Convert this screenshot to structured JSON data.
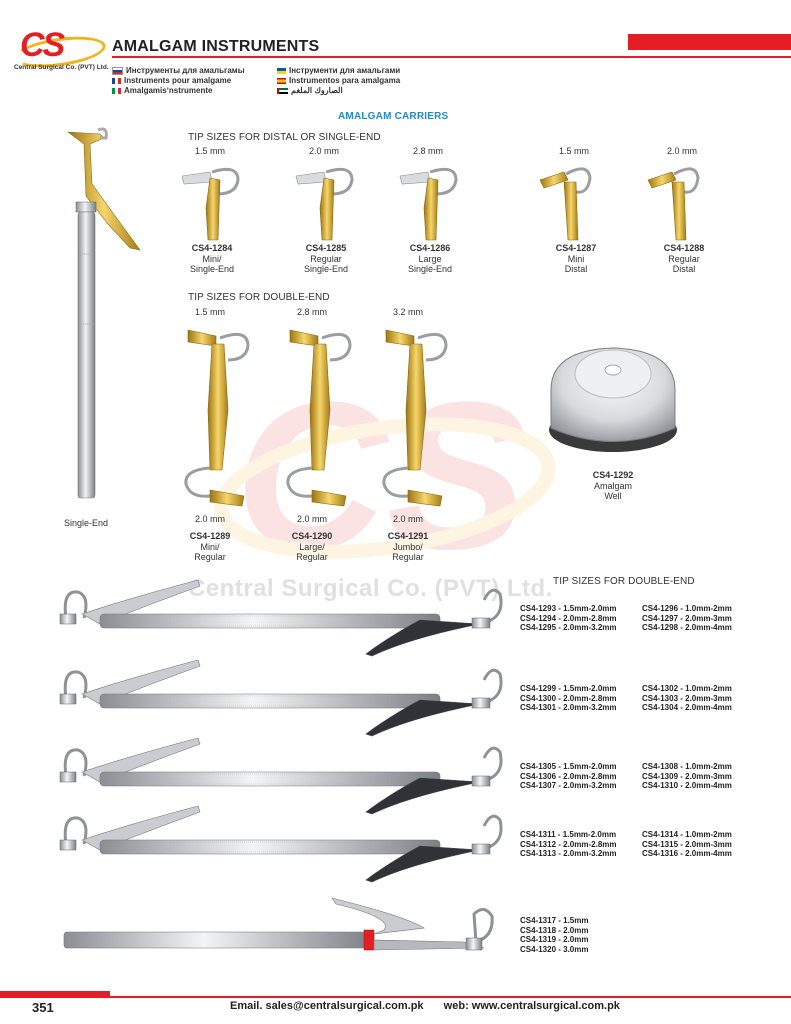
{
  "header": {
    "logo_text": "CS",
    "company": "Central Surgical Co. (PVT) Ltd.",
    "title": "AMALGAM INSTRUMENTS",
    "languages": [
      {
        "text": "Инструменты для амальгамы",
        "flag": [
          "#ffffff",
          "#1c3fa8",
          "#d52b1e"
        ]
      },
      {
        "text": "Instruments pour amalgame",
        "flag": [
          "#1c3fa8",
          "#ffffff",
          "#d52b1e"
        ]
      },
      {
        "text": "Amalgamisʼnstrumente",
        "flag": [
          "#009246",
          "#ffffff",
          "#ce2b37"
        ]
      },
      {
        "text": "Інструменти для амальгами",
        "flag": [
          "#0057b7",
          "#ffd700"
        ]
      },
      {
        "text": "Instrumentos para amalgama",
        "flag": [
          "#c60b1e",
          "#ffc400",
          "#c60b1e"
        ]
      },
      {
        "text": "الصاروك الملغم",
        "flag": [
          "#00732f",
          "#ffffff",
          "#000000"
        ]
      }
    ]
  },
  "section_title": "AMALGAM CARRIERS",
  "single_end": {
    "subtitle": "TIP SIZES FOR DISTAL OR SINGLE-END",
    "items": [
      {
        "size": "1.5 mm",
        "code": "CS4-1284",
        "desc1": "Mini/",
        "desc2": "Single-End"
      },
      {
        "size": "2.0 mm",
        "code": "CS4-1285",
        "desc1": "Regular",
        "desc2": "Single-End"
      },
      {
        "size": "2.8 mm",
        "code": "CS4-1286",
        "desc1": "Large",
        "desc2": "Single-End"
      },
      {
        "size": "1.5 mm",
        "code": "CS4-1287",
        "desc1": "Mini",
        "desc2": "Distal"
      },
      {
        "size": "2.0 mm",
        "code": "CS4-1288",
        "desc1": "Regular",
        "desc2": "Distal"
      }
    ]
  },
  "double_end": {
    "subtitle": "TIP SIZES FOR DOUBLE-END",
    "items": [
      {
        "top": "1.5 mm",
        "bottom": "2.0 mm",
        "code": "CS4-1289",
        "desc1": "Mini/",
        "desc2": "Regular"
      },
      {
        "top": "2.8 mm",
        "bottom": "2.0 mm",
        "code": "CS4-1290",
        "desc1": "Large/",
        "desc2": "Regular"
      },
      {
        "top": "3.2 mm",
        "bottom": "2.0 mm",
        "code": "CS4-1291",
        "desc1": "Jumbo/",
        "desc2": "Regular"
      }
    ]
  },
  "well": {
    "code": "CS4-1292",
    "desc1": "Amalgam",
    "desc2": "Well"
  },
  "single_end_label": "Single-End",
  "watermark_text": "Central Surgical Co. (PVT) Ltd.",
  "double_end_list": {
    "subtitle": "TIP SIZES FOR DOUBLE-END",
    "groups": [
      {
        "left": [
          "CS4-1293 - 1.5mm-2.0mm",
          "CS4-1294 - 2.0mm-2.8mm",
          "CS4-1295 - 2.0mm-3.2mm"
        ],
        "right": [
          "CS4-1296 - 1.0mm-2mm",
          "CS4-1297 - 2.0mm-3mm",
          "CS4-1298 - 2.0mm-4mm"
        ]
      },
      {
        "left": [
          "CS4-1299 - 1.5mm-2.0mm",
          "CS4-1300 - 2.0mm-2.8mm",
          "CS4-1301 - 2.0mm-3.2mm"
        ],
        "right": [
          "CS4-1302 - 1.0mm-2mm",
          "CS4-1303 - 2.0mm-3mm",
          "CS4-1304 - 2.0mm-4mm"
        ]
      },
      {
        "left": [
          "CS4-1305 - 1.5mm-2.0mm",
          "CS4-1306 - 2.0mm-2.8mm",
          "CS4-1307 - 2.0mm-3.2mm"
        ],
        "right": [
          "CS4-1308 - 1.0mm-2mm",
          "CS4-1309 - 2.0mm-3mm",
          "CS4-1310 - 2.0mm-4mm"
        ]
      },
      {
        "left": [
          "CS4-1311 - 1.5mm-2.0mm",
          "CS4-1312 - 2.0mm-2.8mm",
          "CS4-1313 - 2.0mm-3.2mm"
        ],
        "right": [
          "CS4-1314 - 1.0mm-2mm",
          "CS4-1315 - 2.0mm-3mm",
          "CS4-1316 - 2.0mm-4mm"
        ]
      },
      {
        "left": [
          "CS4-1317 - 1.5mm",
          "CS4-1318 - 2.0mm",
          "CS4-1319 - 2.0mm",
          "CS4-1320 - 3.0mm"
        ],
        "right": []
      }
    ]
  },
  "footer": {
    "page_number": "351",
    "email": "Email. sales@centralsurgical.com.pk",
    "web": "web: www.centralsurgical.com.pk"
  },
  "colors": {
    "brand_red": "#e31e24",
    "brand_gold": "#f2b41b",
    "accent_blue": "#1f8bc9",
    "gold_instrument": "#d4a82a"
  }
}
